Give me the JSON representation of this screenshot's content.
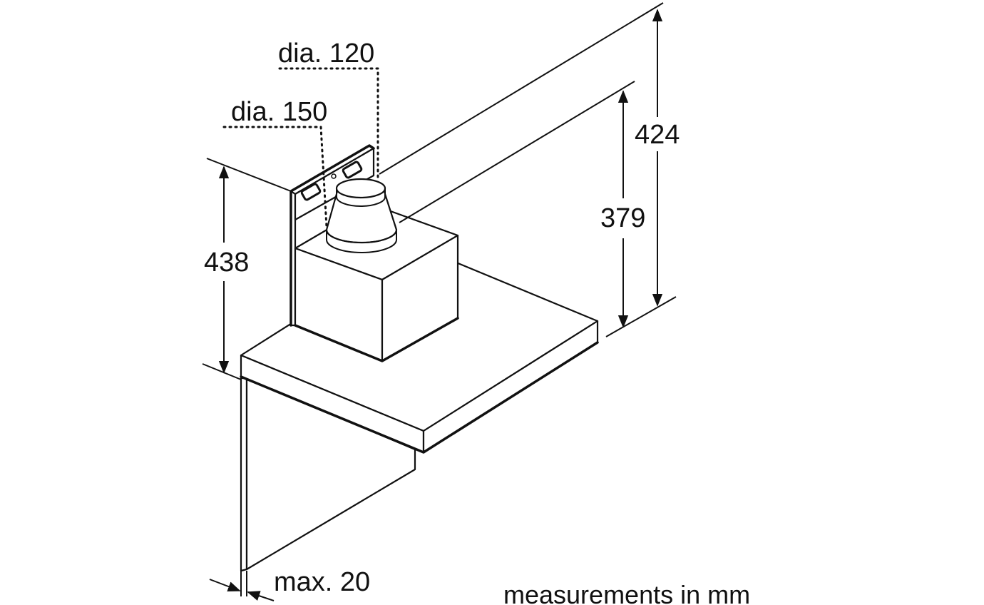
{
  "labels": {
    "dia_120": "dia. 120",
    "dia_150": "dia. 150",
    "dim_424": "424",
    "dim_379": "379",
    "dim_438": "438",
    "dim_max20": "max. 20",
    "units_note": "measurements in mm"
  },
  "colors": {
    "line": "#111111",
    "background": "#ffffff"
  }
}
